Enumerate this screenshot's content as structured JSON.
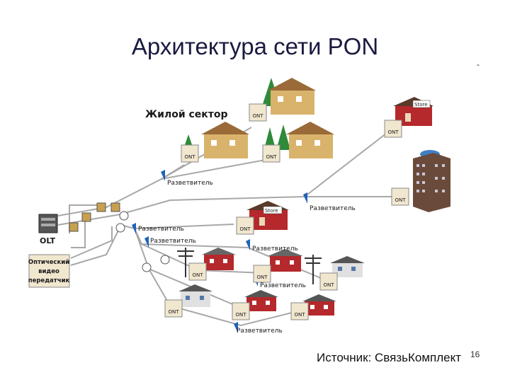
{
  "slide": {
    "title": "Архитектура сети PON",
    "dash": "-",
    "source": "Источник: СвязьКомплект",
    "slide_number": "16"
  },
  "diagram": {
    "residential_label": "Жилой сектор",
    "olt_label": "OLT",
    "video_tx_line1": "Оптический",
    "video_tx_line2": "видео",
    "video_tx_line3": "передатчик",
    "splitter_label": "Разветвитель",
    "ont_label": "ONT",
    "store_label": "Store"
  },
  "colors": {
    "line": "#a8a8a8",
    "splitter": "#1e63b8",
    "house_roof": "#9a6a38",
    "house_wall": "#d9b36b",
    "red_house": "#b5282b",
    "building": "#6a4a3a",
    "tree": "#2f8a3a",
    "ont_box": "#f1e7cf"
  }
}
